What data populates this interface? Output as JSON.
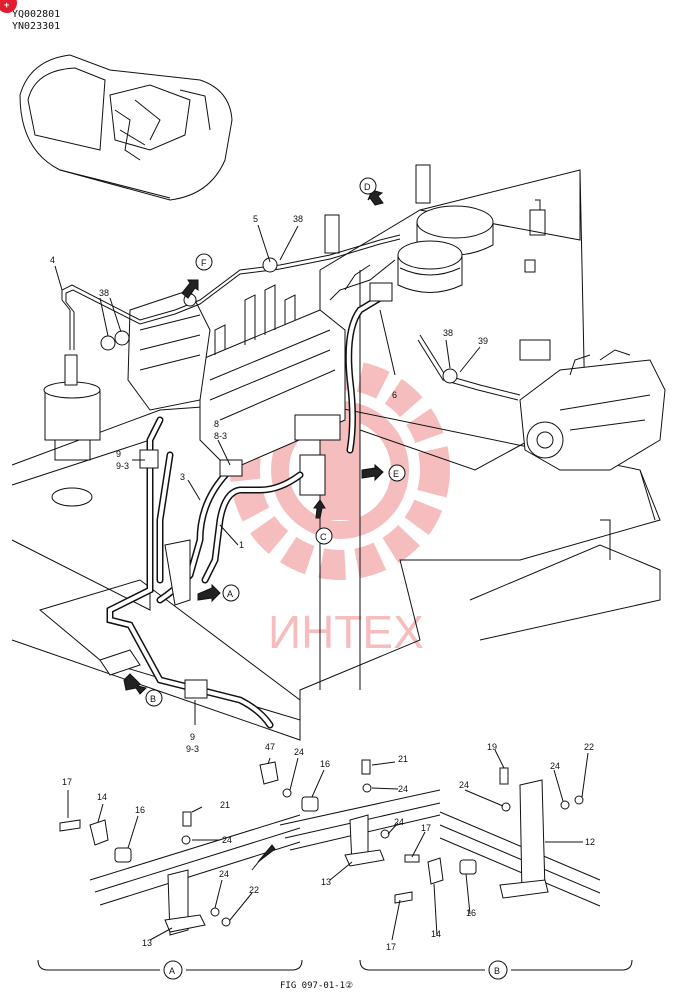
{
  "header": {
    "code_1": "YQ002801",
    "code_2": "YN023301"
  },
  "watermark": {
    "text": "ИНТЕХ",
    "color": "#e8444a"
  },
  "corner_badge": {
    "color": "#e01e2e"
  },
  "figure": {
    "caption": "FIG 097-01-1②",
    "detail_a": "A",
    "detail_b": "B"
  },
  "view_markers": [
    "A",
    "B",
    "C",
    "D",
    "E",
    "F"
  ],
  "callouts": {
    "p1": "1",
    "p3": "3",
    "p4": "4",
    "p5": "5",
    "p6": "6",
    "p8": "8",
    "p8_3": "8-3",
    "p9_top": "9",
    "p9_3_top": "9-3",
    "p9_bot": "9",
    "p9_3_bot": "9-3",
    "p38_a": "38",
    "p38_b": "38",
    "p38_c": "38",
    "p39": "39",
    "a17": "17",
    "a14": "14",
    "a16": "16",
    "a21": "21",
    "a24a": "24",
    "a24b": "24",
    "a22": "22",
    "a13": "13",
    "m47": "47",
    "m24": "24",
    "m16": "16",
    "m21": "21",
    "m24b": "24",
    "m24c": "24",
    "m17": "17",
    "m13": "13",
    "m17b": "17",
    "m14": "14",
    "m16b": "16",
    "b19": "19",
    "b24": "24",
    "b24b": "24",
    "b22": "22",
    "b12": "12"
  }
}
